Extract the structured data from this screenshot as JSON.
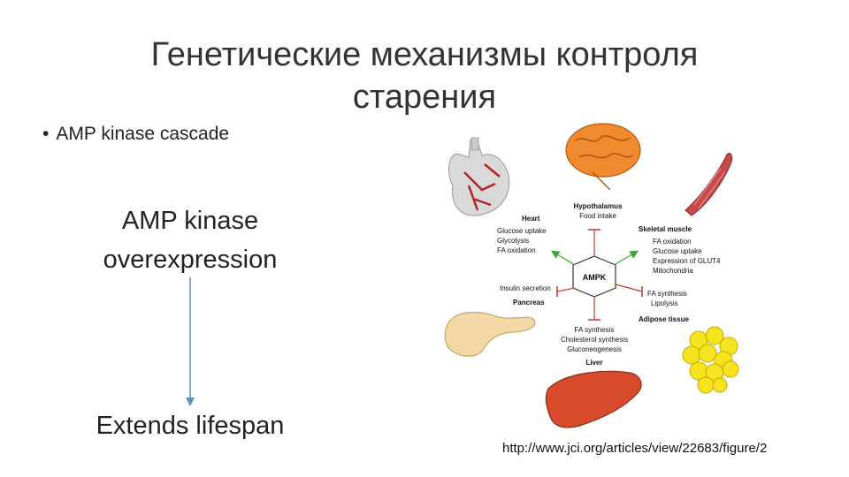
{
  "slide": {
    "title_line1": "Генетические механизмы контроля",
    "title_line2": "старения",
    "bullet": "AMP kinase cascade",
    "box1_line1": "AMP kinase",
    "box1_line2": "overexpression",
    "box2": "Extends lifespan",
    "source_url": "http://www.jci.org/articles/view/22683/figure/2"
  },
  "figure": {
    "center": "AMPK",
    "hypothalamus": {
      "title": "Hypothalamus",
      "lines": [
        "Food intake"
      ]
    },
    "heart": {
      "title": "Heart",
      "lines": [
        "Glucose uptake",
        "Glycolysis",
        "FA oxidation"
      ]
    },
    "skeletal": {
      "title": "Skeletal muscle",
      "lines": [
        "FA oxidation",
        "Glucose uptake",
        "Expression of GLUT4",
        "Mitochondria"
      ]
    },
    "pancreas": {
      "title": "Pancreas",
      "lines": [
        "Insulin secretion"
      ]
    },
    "adipose": {
      "title": "Adipose tissue",
      "lines": [
        "FA synthesis",
        "Lipolysis"
      ]
    },
    "liver": {
      "title": "Liver",
      "lines": [
        "FA synthesis",
        "Cholesterol synthesis",
        "Gluconeogenesis"
      ]
    },
    "colors": {
      "activate": "#3aa83a",
      "inhibit": "#c0392b"
    }
  }
}
